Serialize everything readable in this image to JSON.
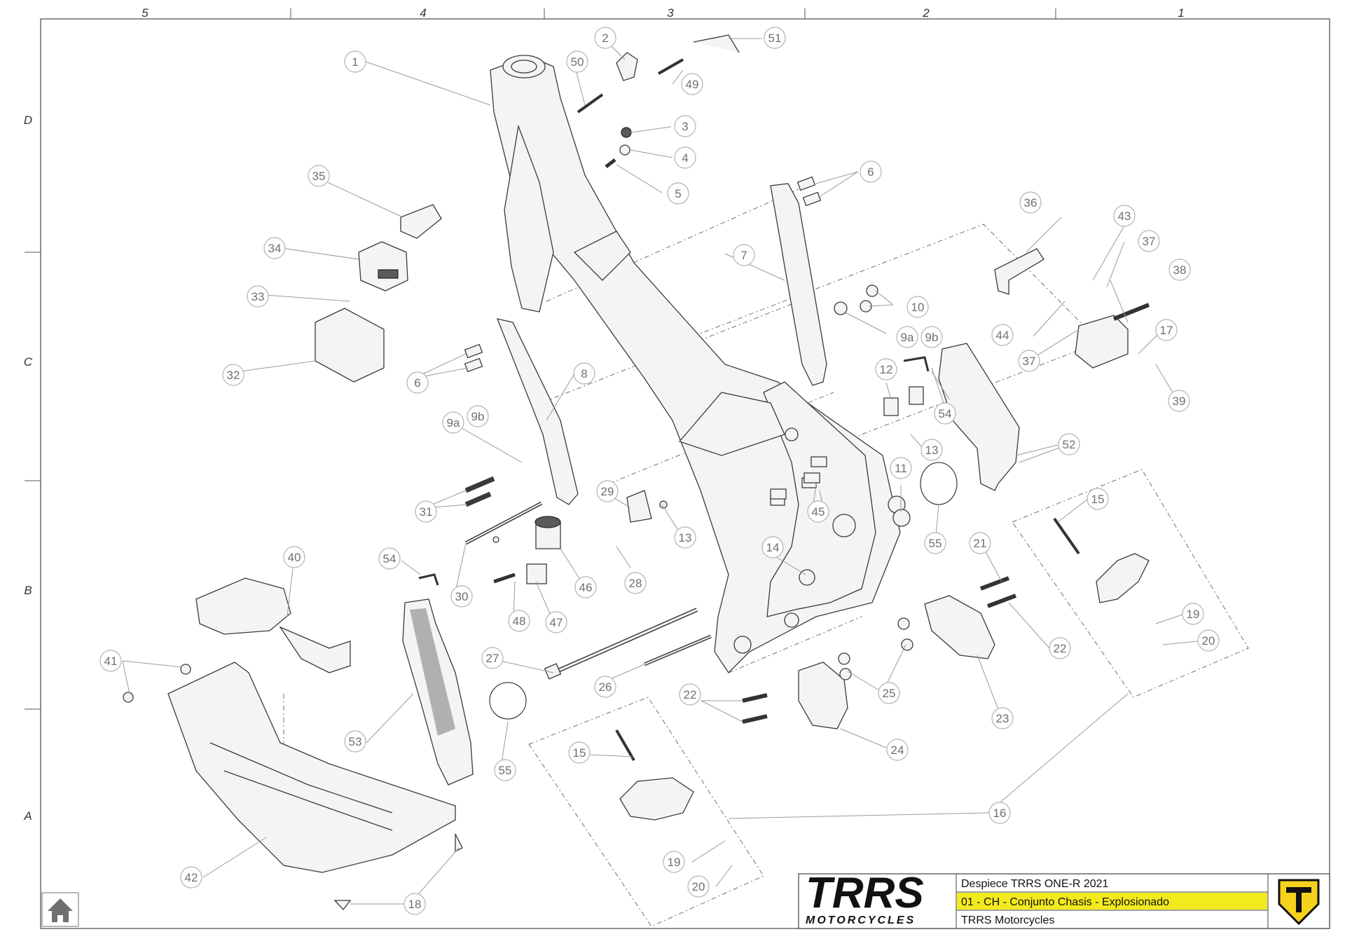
{
  "grid": {
    "columns": [
      "5",
      "4",
      "3",
      "2",
      "1"
    ],
    "rows": [
      "D",
      "C",
      "B",
      "A"
    ]
  },
  "callouts": [
    "1",
    "2",
    "3",
    "4",
    "5",
    "6",
    "6",
    "7",
    "8",
    "9a",
    "9b",
    "9a",
    "9b",
    "10",
    "11",
    "12",
    "13",
    "13",
    "14",
    "15",
    "15",
    "16",
    "17",
    "19",
    "19",
    "20",
    "20",
    "21",
    "22",
    "22",
    "23",
    "24",
    "25",
    "26",
    "27",
    "28",
    "29",
    "30",
    "31",
    "32",
    "33",
    "34",
    "35",
    "36",
    "37",
    "37",
    "38",
    "39",
    "40",
    "41",
    "42",
    "43",
    "44",
    "45",
    "46",
    "47",
    "48",
    "49",
    "50",
    "51",
    "52",
    "53",
    "54",
    "54",
    "55",
    "55",
    "18"
  ],
  "title_block": {
    "logo_text": "TRRS",
    "logo_sub": "MOTORCYCLES",
    "line1": "Despiece TRRS ONE-R  2021",
    "line2": "01 - CH - Conjunto Chasis - Explosionado",
    "line3": "TRRS Motorcycles",
    "highlight_color": "#f2ea1d",
    "brand_yellow": "#f5d21b"
  },
  "home_button": {
    "icon": "home-icon"
  }
}
